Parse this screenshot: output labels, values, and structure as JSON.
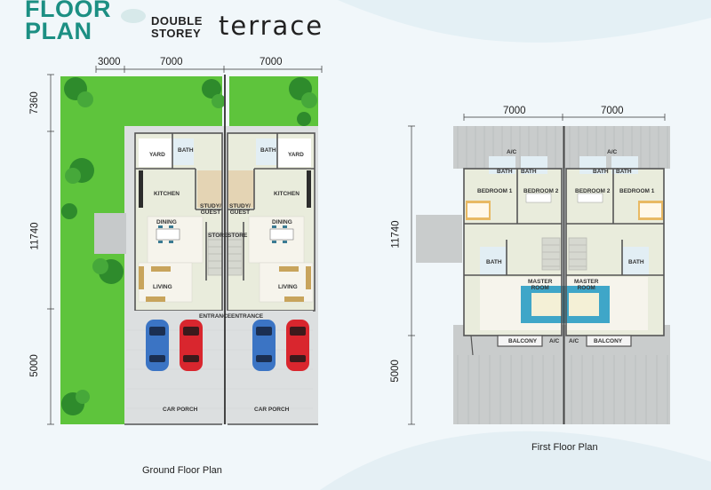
{
  "header": {
    "title_line1": "FLOOR",
    "title_line2": "PLAN",
    "type_line1": "DOUBLE",
    "type_line2": "STOREY",
    "type_word": "terrace"
  },
  "ground": {
    "caption": "Ground Floor Plan",
    "dims_top": [
      "3000",
      "7000",
      "7000"
    ],
    "dims_side": [
      "7360",
      "11740",
      "5000"
    ],
    "rooms": {
      "yard_l": "YARD",
      "yard_r": "YARD",
      "bath_l": "BATH",
      "bath_r": "BATH",
      "kitchen_l": "KITCHEN",
      "kitchen_r": "KITCHEN",
      "study_l": "STUDY/\nGUEST",
      "study_r": "STUDY/\nGUEST",
      "dining_l": "DINING",
      "dining_r": "DINING",
      "store_l": "STORE",
      "store_r": "STORE",
      "living_l": "LIVING",
      "living_r": "LIVING",
      "entrance_l": "ENTRANCE",
      "entrance_r": "ENTRANCE",
      "porch_l": "CAR PORCH",
      "porch_r": "CAR PORCH"
    }
  },
  "first": {
    "caption": "First Floor Plan",
    "dims_top": [
      "7000",
      "7000"
    ],
    "dims_side": [
      "11740",
      "5000"
    ],
    "rooms": {
      "ac_top_l": "A/C",
      "ac_top_r": "A/C",
      "bath_t1": "BATH",
      "bath_t2": "BATH",
      "bath_t3": "BATH",
      "bath_t4": "BATH",
      "bed1_l": "BEDROOM 1",
      "bed2_l": "BEDROOM 2",
      "bed2_r": "BEDROOM 2",
      "bed1_r": "BEDROOM 1",
      "bath_m_l": "BATH",
      "bath_m_r": "BATH",
      "master_l": "MASTER\nROOM",
      "master_r": "MASTER\nROOM",
      "balcony_l": "BALCONY",
      "balcony_r": "BALCONY",
      "ac_bot_l": "A/C",
      "ac_bot_r": "A/C"
    }
  },
  "colors": {
    "brand_teal": "#1c8f83",
    "lawn": "#5ec43c",
    "roof": "#c9cccc",
    "floor": "#e9ecdc",
    "tile": "#f6f4ec",
    "car_blue": "#3b74c4",
    "car_red": "#d9262e"
  }
}
